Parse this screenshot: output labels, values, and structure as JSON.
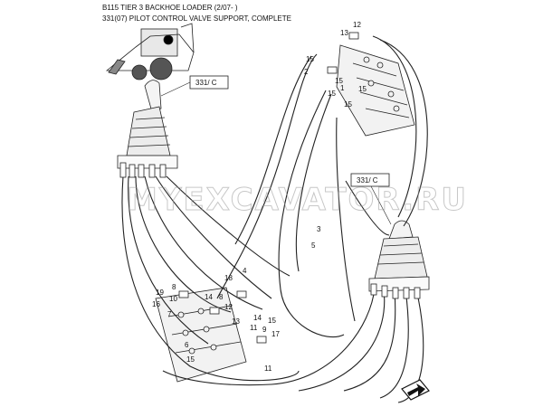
{
  "header": {
    "title": "B115 TIER 3 BACKHOE LOADER (2/07- )",
    "subtitle": "331(07) PILOT CONTROL VALVE SUPPORT, COMPLETE"
  },
  "watermark": "MYEXCAVATOR.RU",
  "references": [
    "331/ C",
    "331/ C"
  ],
  "callouts": [
    "12",
    "13",
    "15",
    "2",
    "15",
    "1",
    "15",
    "15",
    "15",
    "3",
    "5",
    "4",
    "18",
    "8",
    "19",
    "10",
    "16",
    "7",
    "14",
    "8",
    "12",
    "13",
    "14",
    "11",
    "15",
    "9",
    "17",
    "6",
    "15",
    "11"
  ],
  "icons": [
    "machine-thumbnail-icon",
    "next-page-arrow-icon"
  ]
}
